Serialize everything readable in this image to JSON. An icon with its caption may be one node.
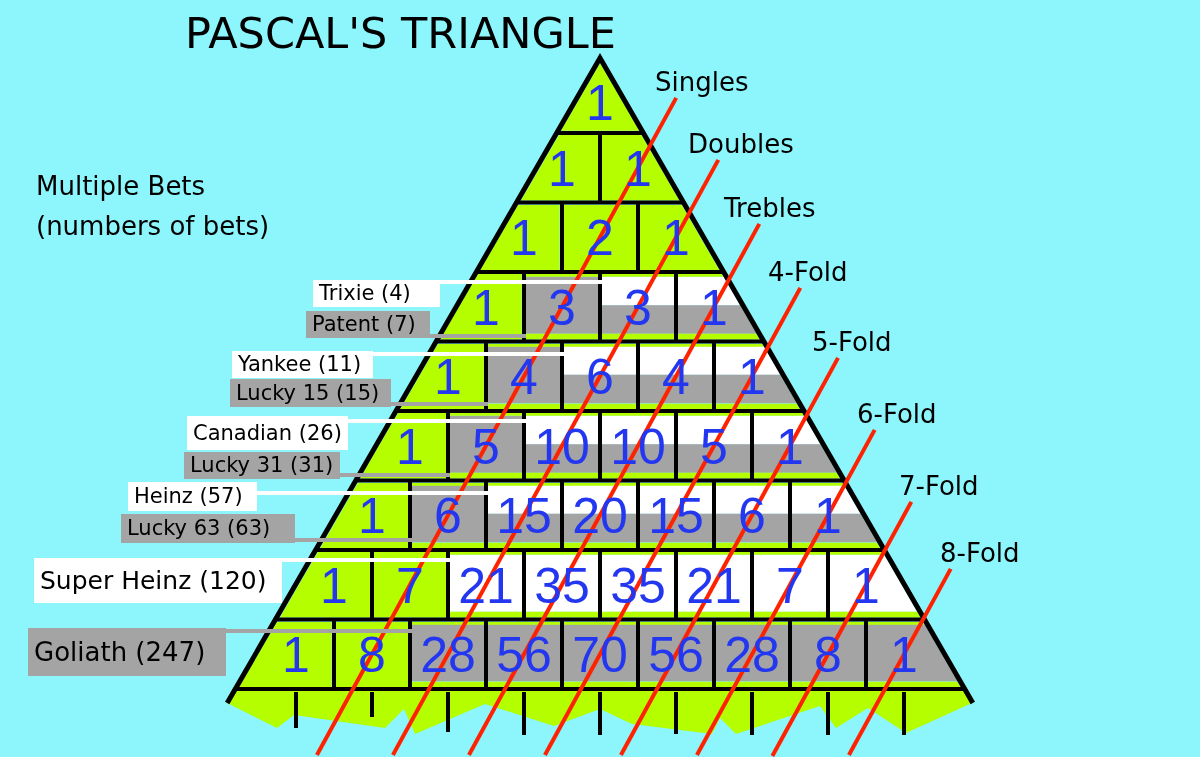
{
  "diagram": {
    "title": "PASCAL'S TRIANGLE",
    "nodes": [
      {
        "text": [
          "1"
        ]
      },
      {
        "text": [
          "1"
        ]
      },
      {
        "text": [
          "1"
        ]
      },
      {
        "text": [
          "1"
        ]
      },
      {
        "text": [
          "2"
        ]
      },
      {
        "text": [
          "1"
        ]
      },
      {
        "text": [
          "1"
        ]
      },
      {
        "text": [
          "3"
        ]
      },
      {
        "text": [
          "3"
        ]
      },
      {
        "text": [
          "1"
        ]
      },
      {
        "text": [
          "1"
        ]
      },
      {
        "text": [
          "4"
        ]
      },
      {
        "text": [
          "6"
        ]
      },
      {
        "text": [
          "4"
        ]
      },
      {
        "text": [
          "1"
        ]
      },
      {
        "text": [
          "1"
        ]
      },
      {
        "text": [
          "5"
        ]
      },
      {
        "text": [
          "10"
        ]
      },
      {
        "text": [
          "10"
        ]
      },
      {
        "text": [
          "5"
        ]
      },
      {
        "text": [
          "1"
        ]
      },
      {
        "text": [
          "1"
        ]
      },
      {
        "text": [
          "6"
        ]
      },
      {
        "text": [
          "15"
        ]
      },
      {
        "text": [
          "20"
        ]
      },
      {
        "text": [
          "15"
        ]
      },
      {
        "text": [
          "6"
        ]
      },
      {
        "text": [
          "1"
        ]
      },
      {
        "text": [
          "1"
        ]
      },
      {
        "text": [
          "7"
        ]
      },
      {
        "text": [
          "21"
        ]
      },
      {
        "text": [
          "35"
        ]
      },
      {
        "text": [
          "35"
        ]
      },
      {
        "text": [
          "21"
        ]
      },
      {
        "text": [
          "7"
        ]
      },
      {
        "text": [
          "1"
        ]
      },
      {
        "text": [
          "1"
        ]
      },
      {
        "text": [
          "8"
        ]
      },
      {
        "text": [
          "28"
        ]
      },
      {
        "text": [
          "56"
        ]
      },
      {
        "text": [
          "70"
        ]
      },
      {
        "text": [
          "56"
        ]
      },
      {
        "text": [
          "28"
        ]
      },
      {
        "text": [
          "8"
        ]
      },
      {
        "text": [
          "1"
        ]
      },
      {
        "text": [
          "Singles"
        ]
      },
      {
        "text": [
          "Doubles"
        ]
      },
      {
        "text": [
          "Trebles"
        ]
      },
      {
        "text": [
          "4-Fold"
        ]
      },
      {
        "text": [
          "5-Fold"
        ]
      },
      {
        "text": [
          "6-Fold"
        ]
      },
      {
        "text": [
          "7-Fold"
        ]
      },
      {
        "text": [
          "8-Fold"
        ]
      },
      {
        "text": [
          "Trixie (4)"
        ]
      },
      {
        "text": [
          "Patent (7)"
        ]
      },
      {
        "text": [
          "Yankee (11)"
        ]
      },
      {
        "text": [
          "Lucky 15 (15)"
        ]
      },
      {
        "text": [
          "Canadian (26)"
        ]
      },
      {
        "text": [
          "Lucky 31 (31)"
        ]
      },
      {
        "text": [
          "Heinz (57)"
        ]
      },
      {
        "text": [
          "Lucky 63 (63)"
        ]
      },
      {
        "text": [
          "Super Heinz (120)"
        ]
      },
      {
        "text": [
          "Goliath (247)"
        ]
      }
    ],
    "edges": [
      {
        "from": 45,
        "to": null,
        "arrow": "none"
      },
      {
        "from": 46,
        "to": null,
        "arrow": "none"
      },
      {
        "from": 47,
        "to": null,
        "arrow": "none"
      },
      {
        "from": 48,
        "to": null,
        "arrow": "none"
      },
      {
        "from": 49,
        "to": null,
        "arrow": "none"
      },
      {
        "from": 50,
        "to": null,
        "arrow": "none"
      },
      {
        "from": 51,
        "to": null,
        "arrow": "none"
      },
      {
        "from": 52,
        "to": null,
        "arrow": "none"
      },
      {
        "from": 53,
        "to": 8,
        "arrow": "none",
        "color": "#ffffff"
      },
      {
        "from": 54,
        "to": 7,
        "arrow": "none",
        "color": "#a4a4a4"
      },
      {
        "from": 55,
        "to": 12,
        "arrow": "none",
        "color": "#ffffff"
      },
      {
        "from": 56,
        "to": 11,
        "arrow": "none",
        "color": "#a4a4a4"
      },
      {
        "from": 57,
        "to": 17,
        "arrow": "none",
        "color": "#ffffff"
      },
      {
        "from": 58,
        "to": 16,
        "arrow": "none",
        "color": "#a4a4a4"
      },
      {
        "from": 59,
        "to": 23,
        "arrow": "none",
        "color": "#ffffff"
      },
      {
        "from": 60,
        "to": 22,
        "arrow": "none",
        "color": "#a4a4a4"
      },
      {
        "from": 61,
        "to": 30,
        "arrow": "none",
        "color": "#ffffff"
      },
      {
        "from": 62,
        "to": 38,
        "arrow": "none",
        "color": "#a4a4a4"
      }
    ],
    "labels": [
      "Multiple Bets (numbers of bets)"
    ]
  }
}
